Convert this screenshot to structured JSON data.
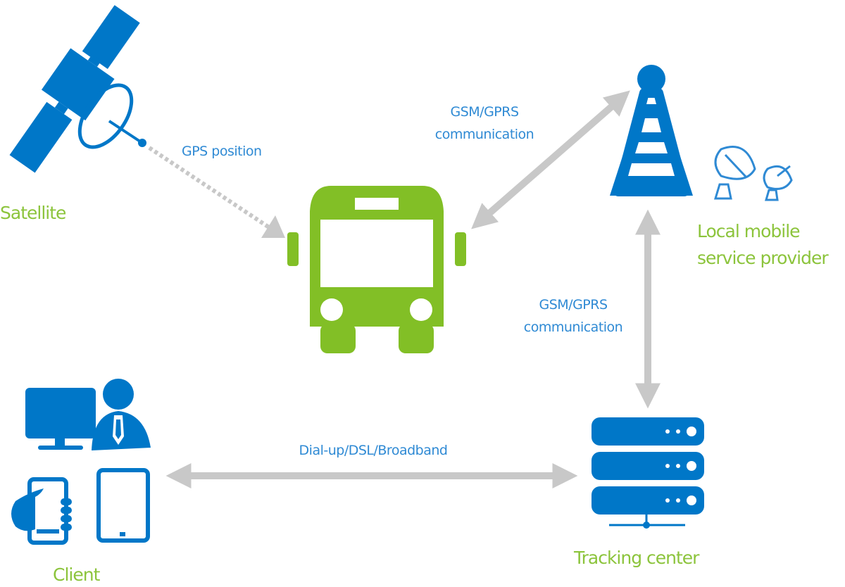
{
  "colors": {
    "primary_blue": "#0077c8",
    "accent_green": "#82bf26",
    "arrow_gray": "#c8c8c8",
    "edge_label_blue": "#2f8ad4",
    "node_label_green": "#8cc43c"
  },
  "nodes": {
    "satellite": {
      "label": "Satellite",
      "icon": "satellite-icon"
    },
    "bus": {
      "label": "",
      "icon": "bus-icon"
    },
    "provider": {
      "label_line1": "Local mobile",
      "label_line2": "service provider",
      "icon": "cell-tower-icon",
      "extra_icons": [
        "satellite-dish-icon",
        "satellite-dish-icon"
      ]
    },
    "tracking_center": {
      "label": "Tracking center",
      "icon": "server-rack-icon"
    },
    "client": {
      "label": "Client",
      "icons": [
        "desktop-user-icon",
        "smartphone-hand-icon",
        "tablet-icon"
      ]
    }
  },
  "edges": [
    {
      "from": "satellite",
      "to": "bus",
      "style": "dashed",
      "direction": "one-way",
      "label_line1": "GPS position",
      "label_line2": ""
    },
    {
      "from": "bus",
      "to": "provider",
      "style": "solid",
      "direction": "two-way",
      "label_line1": "GSM/GPRS",
      "label_line2": "communication"
    },
    {
      "from": "provider",
      "to": "tracking_center",
      "style": "solid",
      "direction": "two-way",
      "label_line1": "GSM/GPRS",
      "label_line2": "communication"
    },
    {
      "from": "client",
      "to": "tracking_center",
      "style": "solid",
      "direction": "two-way",
      "label_line1": "Dial-up/DSL/Broadband",
      "label_line2": ""
    }
  ]
}
